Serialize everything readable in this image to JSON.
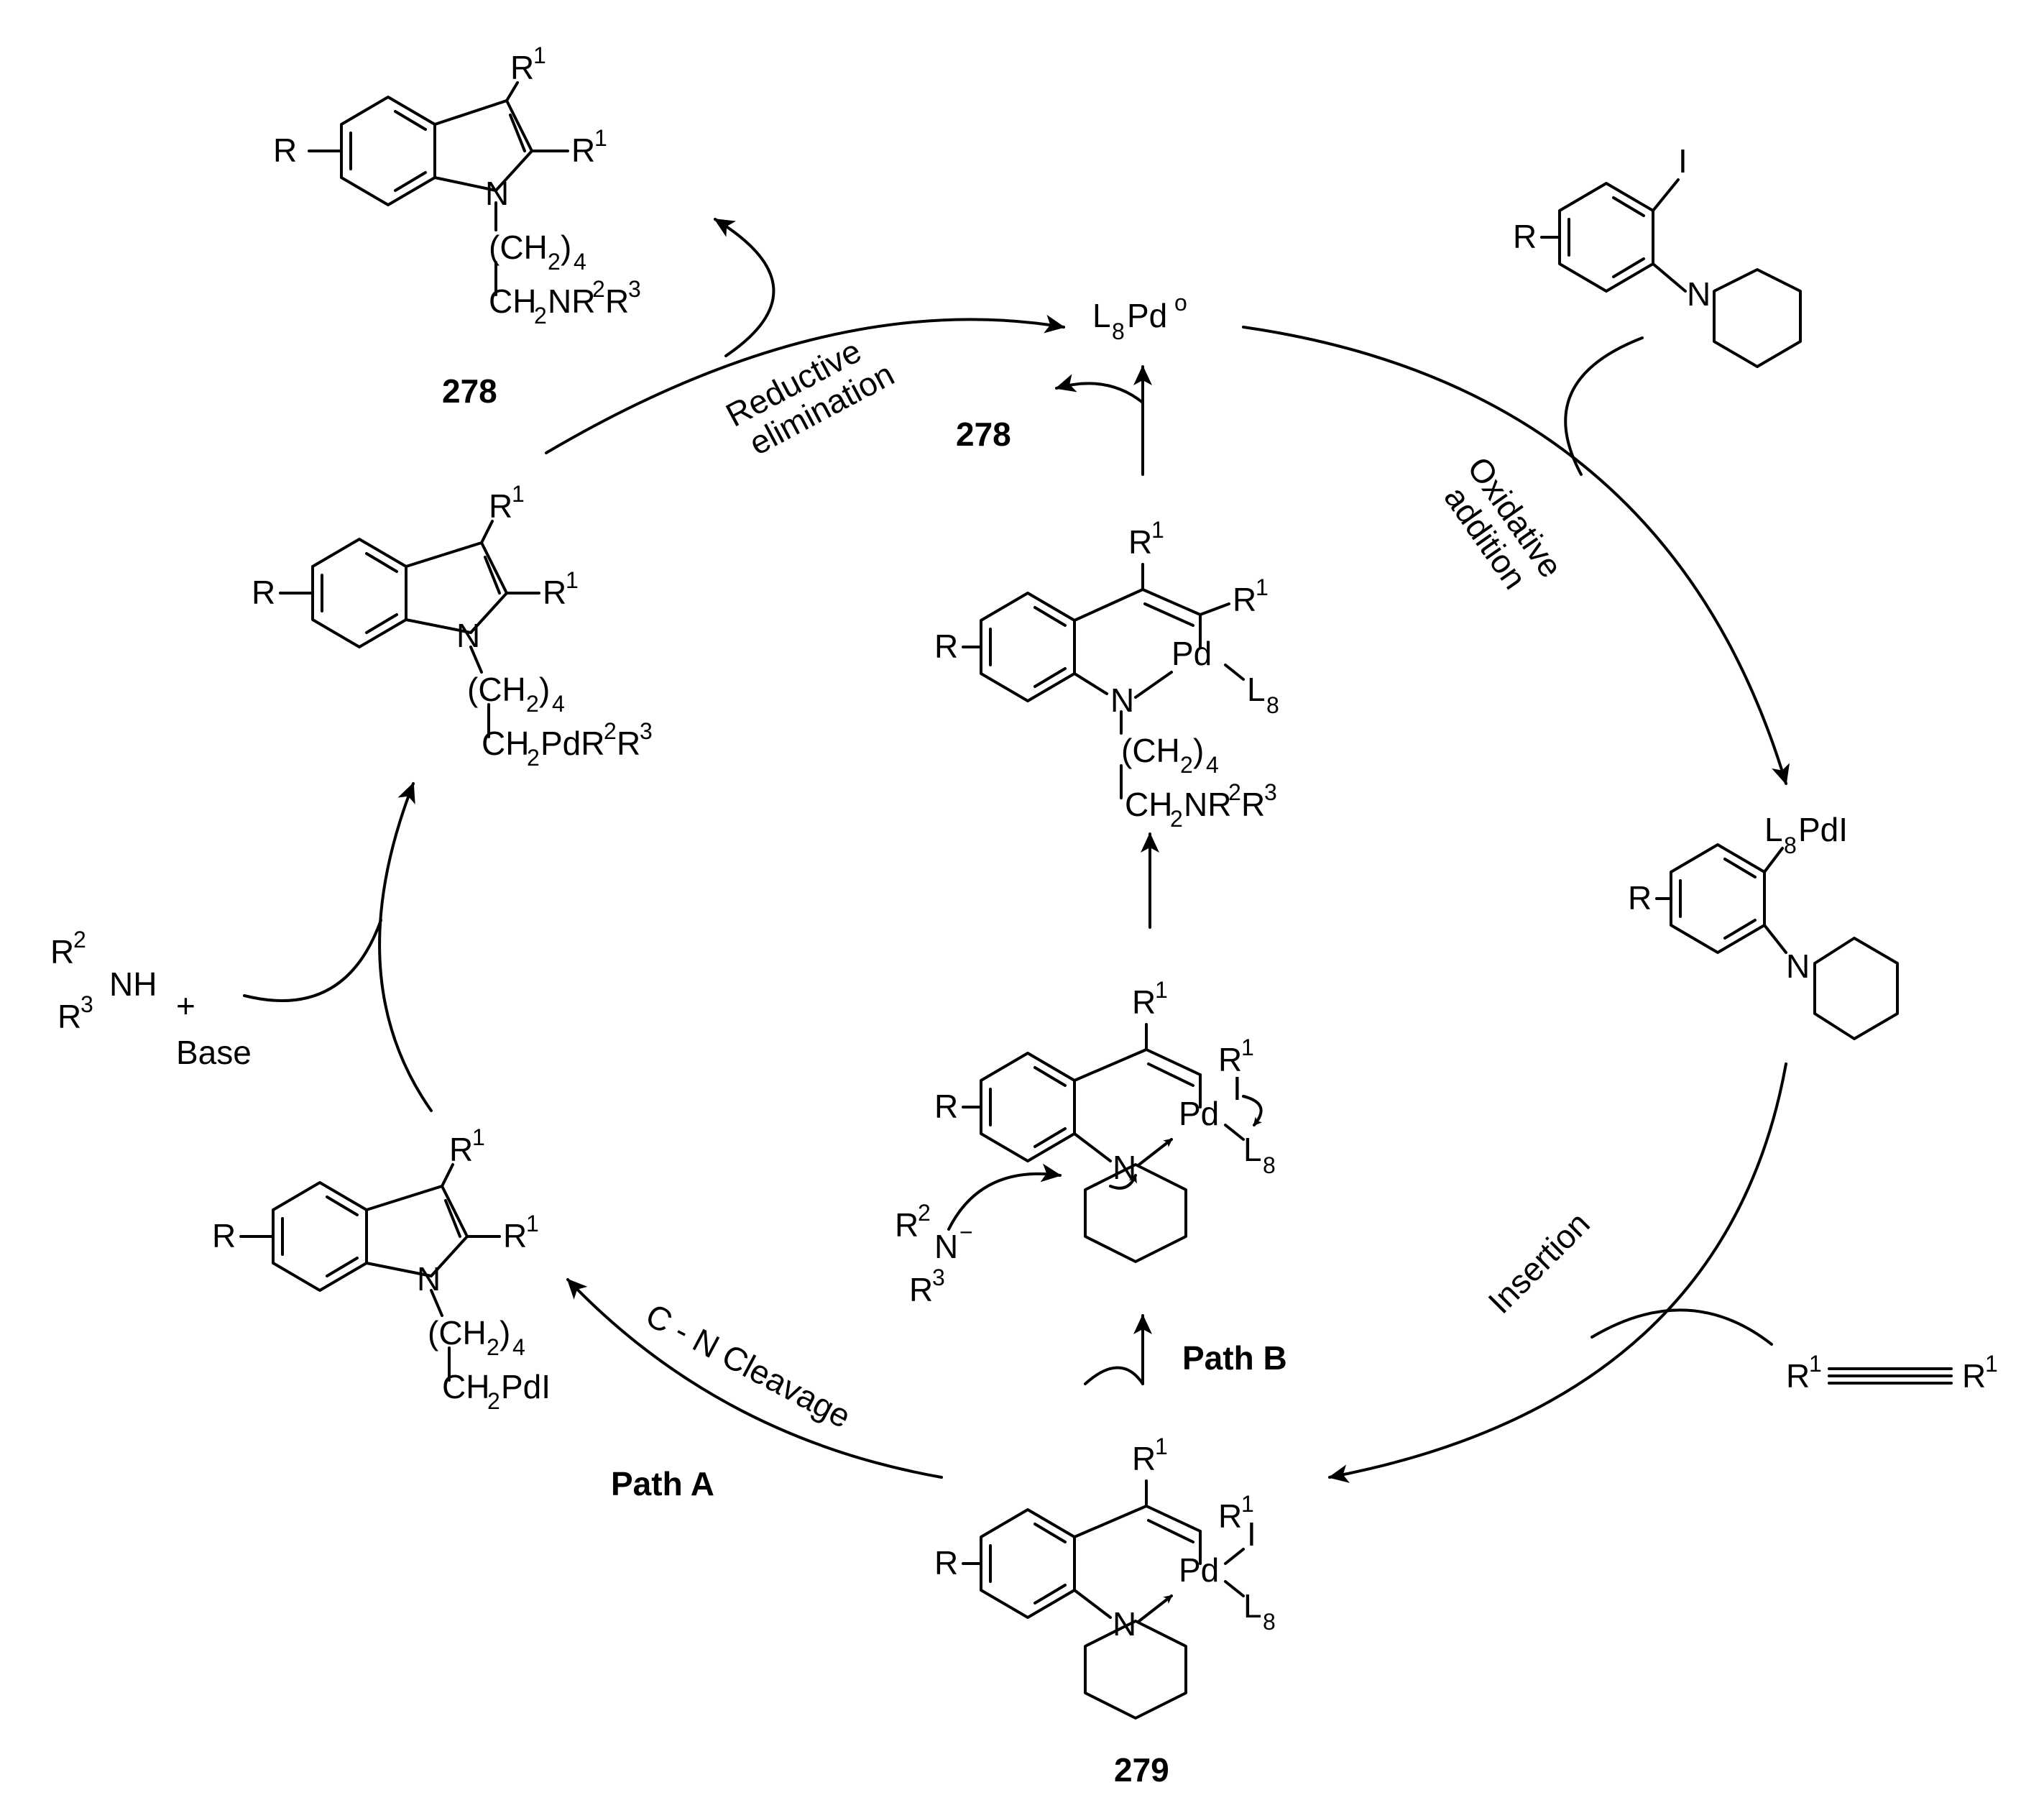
{
  "labels": {
    "catalyst": "L8Pd°",
    "reductive_elimination_1": "Reductive",
    "reductive_elimination_2": "elimination",
    "oxidative_addition_1": "Oxidative",
    "oxidative_addition_2": "addition",
    "insertion": "Insertion",
    "cn_cleavage": "C - N Cleavage",
    "path_a": "Path A",
    "path_b": "Path B",
    "product_number_top": "278",
    "product_number_center": "278",
    "intermediate_number": "279",
    "amine_reagent_base": "Base",
    "iodide": "I",
    "pdl_complex": "L8PdI",
    "alkyne": "R1——R1",
    "r": "R",
    "r1": "R1"
  },
  "compounds": {
    "indole_product_chain1": "(CH2)4",
    "indole_product_chain2": "CH2NR2R3",
    "pd_amido_chain2": "CH2PdR2R3",
    "pd_iodide_chain2": "CH2PdI",
    "palladacycle_pd": "Pd",
    "ligand": "L8"
  },
  "colors": {
    "ink": "#000000",
    "background": "#ffffff"
  }
}
